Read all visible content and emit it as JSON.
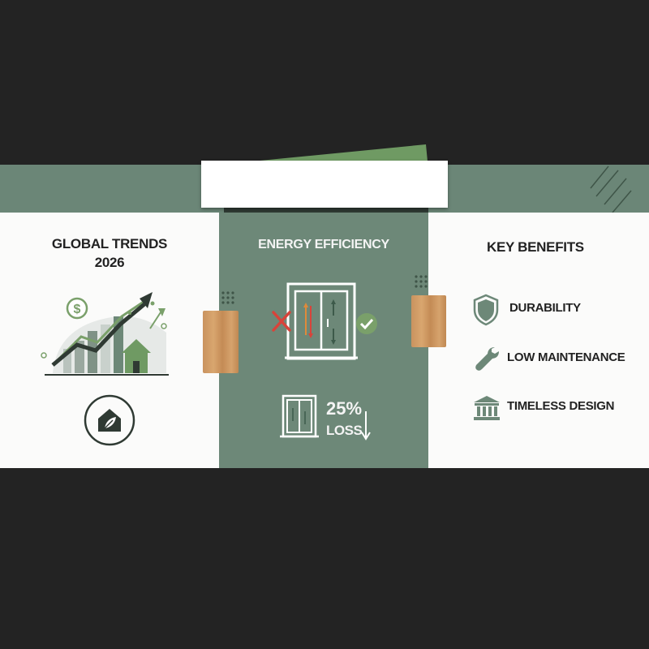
{
  "left_panel": {
    "title_line1": "GLOBAL TRENDS",
    "title_line2": "2026"
  },
  "middle_panel": {
    "title": "ENERGY EFFICIENCY",
    "stat_value": "25%",
    "stat_label": "LOSS"
  },
  "right_panel": {
    "title": "KEY BENEFITS",
    "benefits": [
      {
        "label": "DURABILITY",
        "icon": "shield-icon"
      },
      {
        "label": "LOW MAINTENANCE",
        "icon": "wrench-icon"
      },
      {
        "label": "TIMELESS DESIGN",
        "icon": "classical-building-icon"
      }
    ]
  },
  "colors": {
    "background": "#232323",
    "sage": "#6d8878",
    "dark_green": "#3d5a4a",
    "light_green": "#7aa06a",
    "red": "#d8433a",
    "orange": "#e08a3a"
  }
}
